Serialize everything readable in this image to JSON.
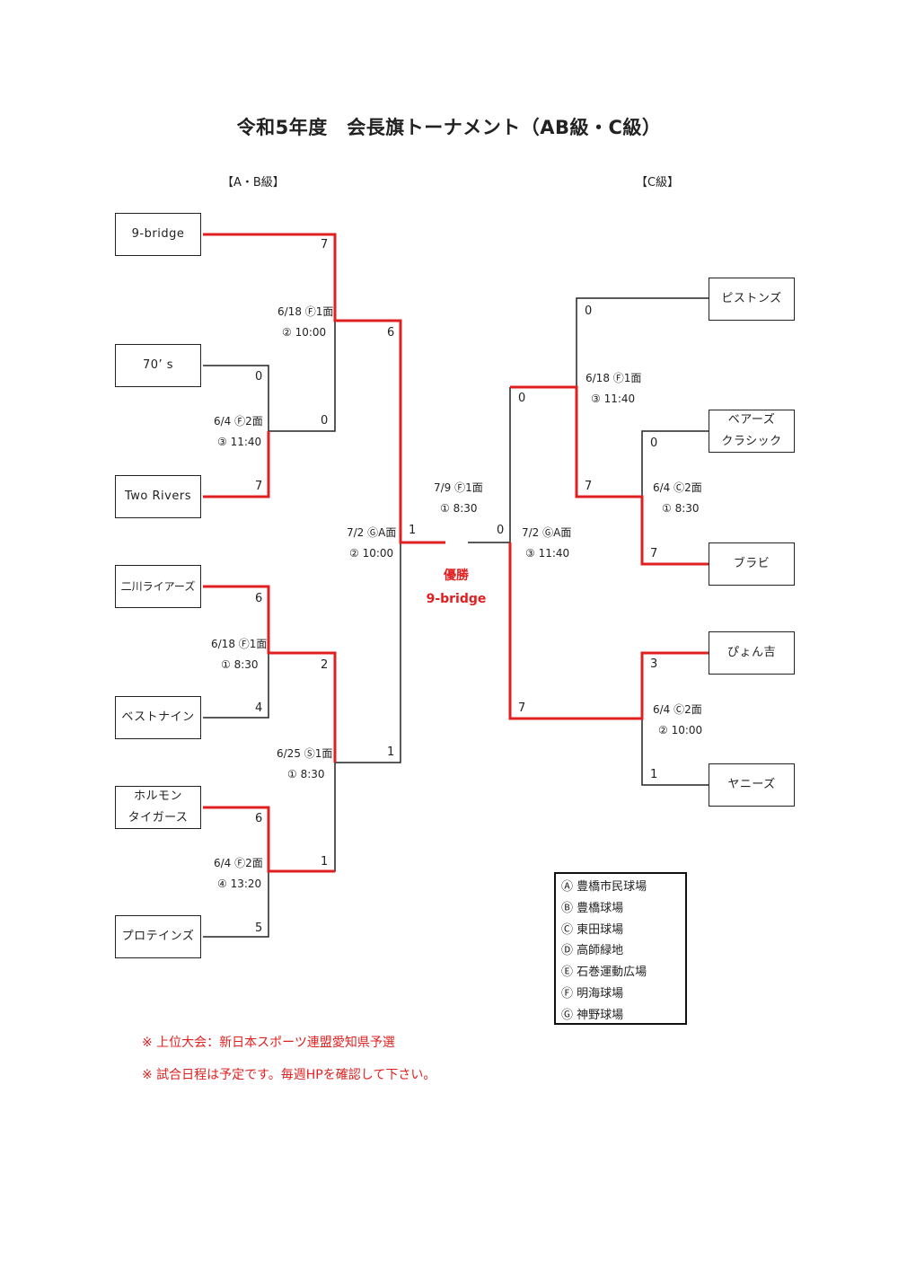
{
  "title": "令和5年度　会長旗トーナメント（AB級・C級）",
  "sections": {
    "ab": "【A・B級】",
    "c": "【C級】"
  },
  "teams_ab": [
    {
      "line1": "9-bridge",
      "line2": ""
    },
    {
      "line1": "70’ s",
      "line2": ""
    },
    {
      "line1": "Two Rivers",
      "line2": ""
    },
    {
      "line1": "二川ライアーズ",
      "line2": ""
    },
    {
      "line1": "ベストナイン",
      "line2": ""
    },
    {
      "line1": "ホルモン",
      "line2": "タイガース"
    },
    {
      "line1": "プロテインズ",
      "line2": ""
    }
  ],
  "teams_c": [
    {
      "line1": "ピストンズ",
      "line2": ""
    },
    {
      "line1": "ベアーズ",
      "line2": "クラシック"
    },
    {
      "line1": "ブラビ",
      "line2": ""
    },
    {
      "line1": "ぴょん吉",
      "line2": ""
    },
    {
      "line1": "ヤニーズ",
      "line2": ""
    }
  ],
  "matches": [
    {
      "date": "6/4 Ⓕ2面",
      "time": "③ 11:40",
      "score_top": "0",
      "score_bottom": "7"
    },
    {
      "date": "6/18 Ⓕ1面",
      "time": "② 10:00",
      "score_top": "7",
      "score_bottom": "0"
    },
    {
      "date": "6/18 Ⓕ1面",
      "time": "① 8:30",
      "score_top": "6",
      "score_bottom": "4"
    },
    {
      "date": "6/4 Ⓕ2面",
      "time": "④ 13:20",
      "score_top": "6",
      "score_bottom": "5"
    },
    {
      "date": "6/25 Ⓢ1面",
      "time": "① 8:30",
      "score_top": "2",
      "score_bottom": "1"
    },
    {
      "date": "7/2 ⒼA面",
      "time": "② 10:00",
      "score_top": "6",
      "score_bottom": "1"
    },
    {
      "date": "6/4 Ⓒ2面",
      "time": "① 8:30",
      "score_top": "0",
      "score_bottom": "7"
    },
    {
      "date": "6/18 Ⓕ1面",
      "time": "③ 11:40",
      "score_top": "0",
      "score_bottom": "7"
    },
    {
      "date": "6/4 Ⓒ2面",
      "time": "② 10:00",
      "score_top": "3",
      "score_bottom": "1"
    },
    {
      "date": "7/2 ⒼA面",
      "time": "③ 11:40",
      "score_top": "0",
      "score_bottom": "7"
    },
    {
      "date": "7/9 Ⓕ1面",
      "time": "① 8:30",
      "score_top": "1",
      "score_bottom": "0"
    }
  ],
  "winner": {
    "label": "優勝",
    "team": "9-bridge"
  },
  "legend": [
    "Ⓐ 豊橋市民球場",
    "Ⓑ 豊橋球場",
    "Ⓒ 東田球場",
    "Ⓓ 高師緑地",
    "Ⓔ 石巻運動広場",
    "Ⓕ 明海球場",
    "Ⓖ 神野球場"
  ],
  "notes": [
    "※ 上位大会：新日本スポーツ連盟愛知県予選",
    "※ 試合日程は予定です。毎週HPを確認して下さい。"
  ],
  "colors": {
    "winner_line": "#e02020",
    "line": "#222222"
  }
}
